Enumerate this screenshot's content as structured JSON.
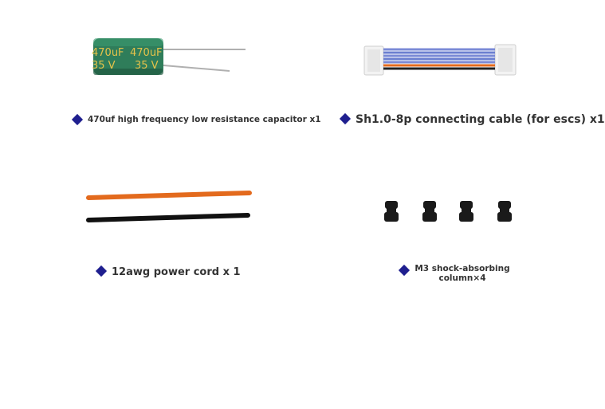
{
  "items": [
    {
      "label": "470uf high frequency low resistance capacitor x1",
      "capacitor_markings": [
        "470uF",
        "35 V",
        "470uF",
        "35 V"
      ]
    },
    {
      "label": "Sh1.0-8p connecting cable (for escs) x1"
    },
    {
      "label": "12awg power cord x 1"
    },
    {
      "label": "M3 shock-absorbing column×4"
    }
  ],
  "colors": {
    "bullet": "#1f1f8f",
    "capacitor_body": "#2f7d5a",
    "capacitor_text": "#e5c24a",
    "cable_blue": "#6b7fd0",
    "wire_orange": "#e36a1d",
    "wire_black": "#111111"
  }
}
